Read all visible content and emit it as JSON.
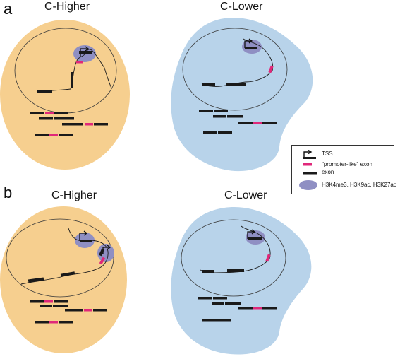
{
  "panels": [
    {
      "letter": "a",
      "left_title": "C-Higher",
      "right_title": "C-Lower"
    },
    {
      "letter": "b",
      "left_title": "C-Higher",
      "right_title": "C-Lower"
    }
  ],
  "legend": {
    "items": [
      {
        "label": "TSS",
        "icon": "tss-arrow-icon"
      },
      {
        "label": "\"promoter-like\" exon",
        "icon": "promoter-exon-icon"
      },
      {
        "label": "exon",
        "icon": "exon-icon"
      },
      {
        "label": "H3K4me3, H3K9ac, H3K27ac",
        "icon": "histone-mark-ellipse-icon"
      }
    ]
  },
  "colors": {
    "higher_cell": "#f6cf8f",
    "lower_cell": "#b8d3ea",
    "histone_mark": "#8f8fc3",
    "promoter_exon": "#e0287a",
    "exon": "#1a1a1a"
  }
}
